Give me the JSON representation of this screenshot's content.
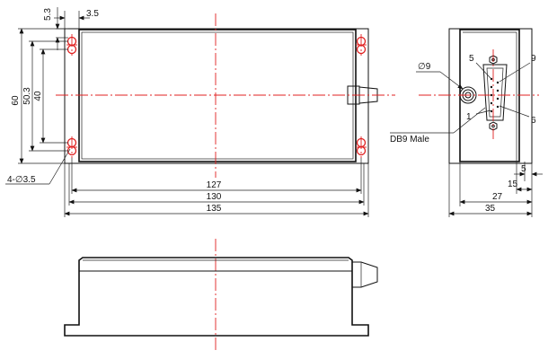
{
  "front_view": {
    "dims": {
      "d127": "127",
      "d130": "130",
      "d135": "135",
      "d60": "60",
      "d50_3": "50.3",
      "d40": "40",
      "d5_3": "5.3",
      "d3_5": "3.5",
      "holes": "4-∅3.5"
    }
  },
  "side_view": {
    "pins": {
      "p5": "5",
      "p9": "9",
      "p1": "1",
      "p6": "6"
    },
    "phi9": "∅9",
    "connector_label": "DB9  Male",
    "dims": {
      "d5": "5",
      "d15": "15",
      "d27": "27",
      "d35": "35"
    }
  },
  "colors": {
    "outline": "#111111",
    "centerline": "#e02020"
  }
}
